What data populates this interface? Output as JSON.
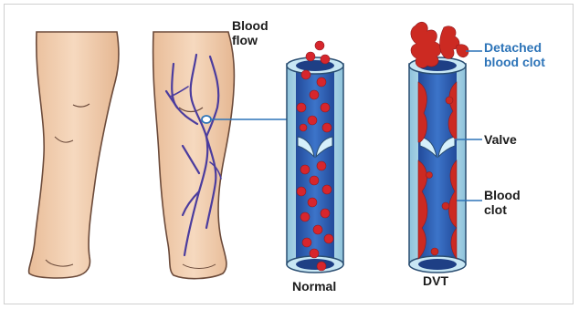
{
  "labels": {
    "blood_flow": [
      "Blood",
      "flow"
    ],
    "detached_clot": [
      "Detached",
      "blood clot"
    ],
    "valve": "Valve",
    "blood_clot": [
      "Blood",
      "clot"
    ],
    "normal": "Normal",
    "dvt": "DVT"
  },
  "colors": {
    "skin": "#f3d1b2",
    "skin_outline": "#6b4a3a",
    "vein": "#4b3c9e",
    "vessel_wall": "#b9dfee",
    "vessel_lumen": "#2f5fb6",
    "blood_cell": "#d7262c",
    "clot": "#cc2a22",
    "label_blue": "#2d74b8"
  },
  "icons": [
    "legs-illustration",
    "vein-network",
    "vein-cross-section-normal",
    "vein-cross-section-dvt"
  ]
}
